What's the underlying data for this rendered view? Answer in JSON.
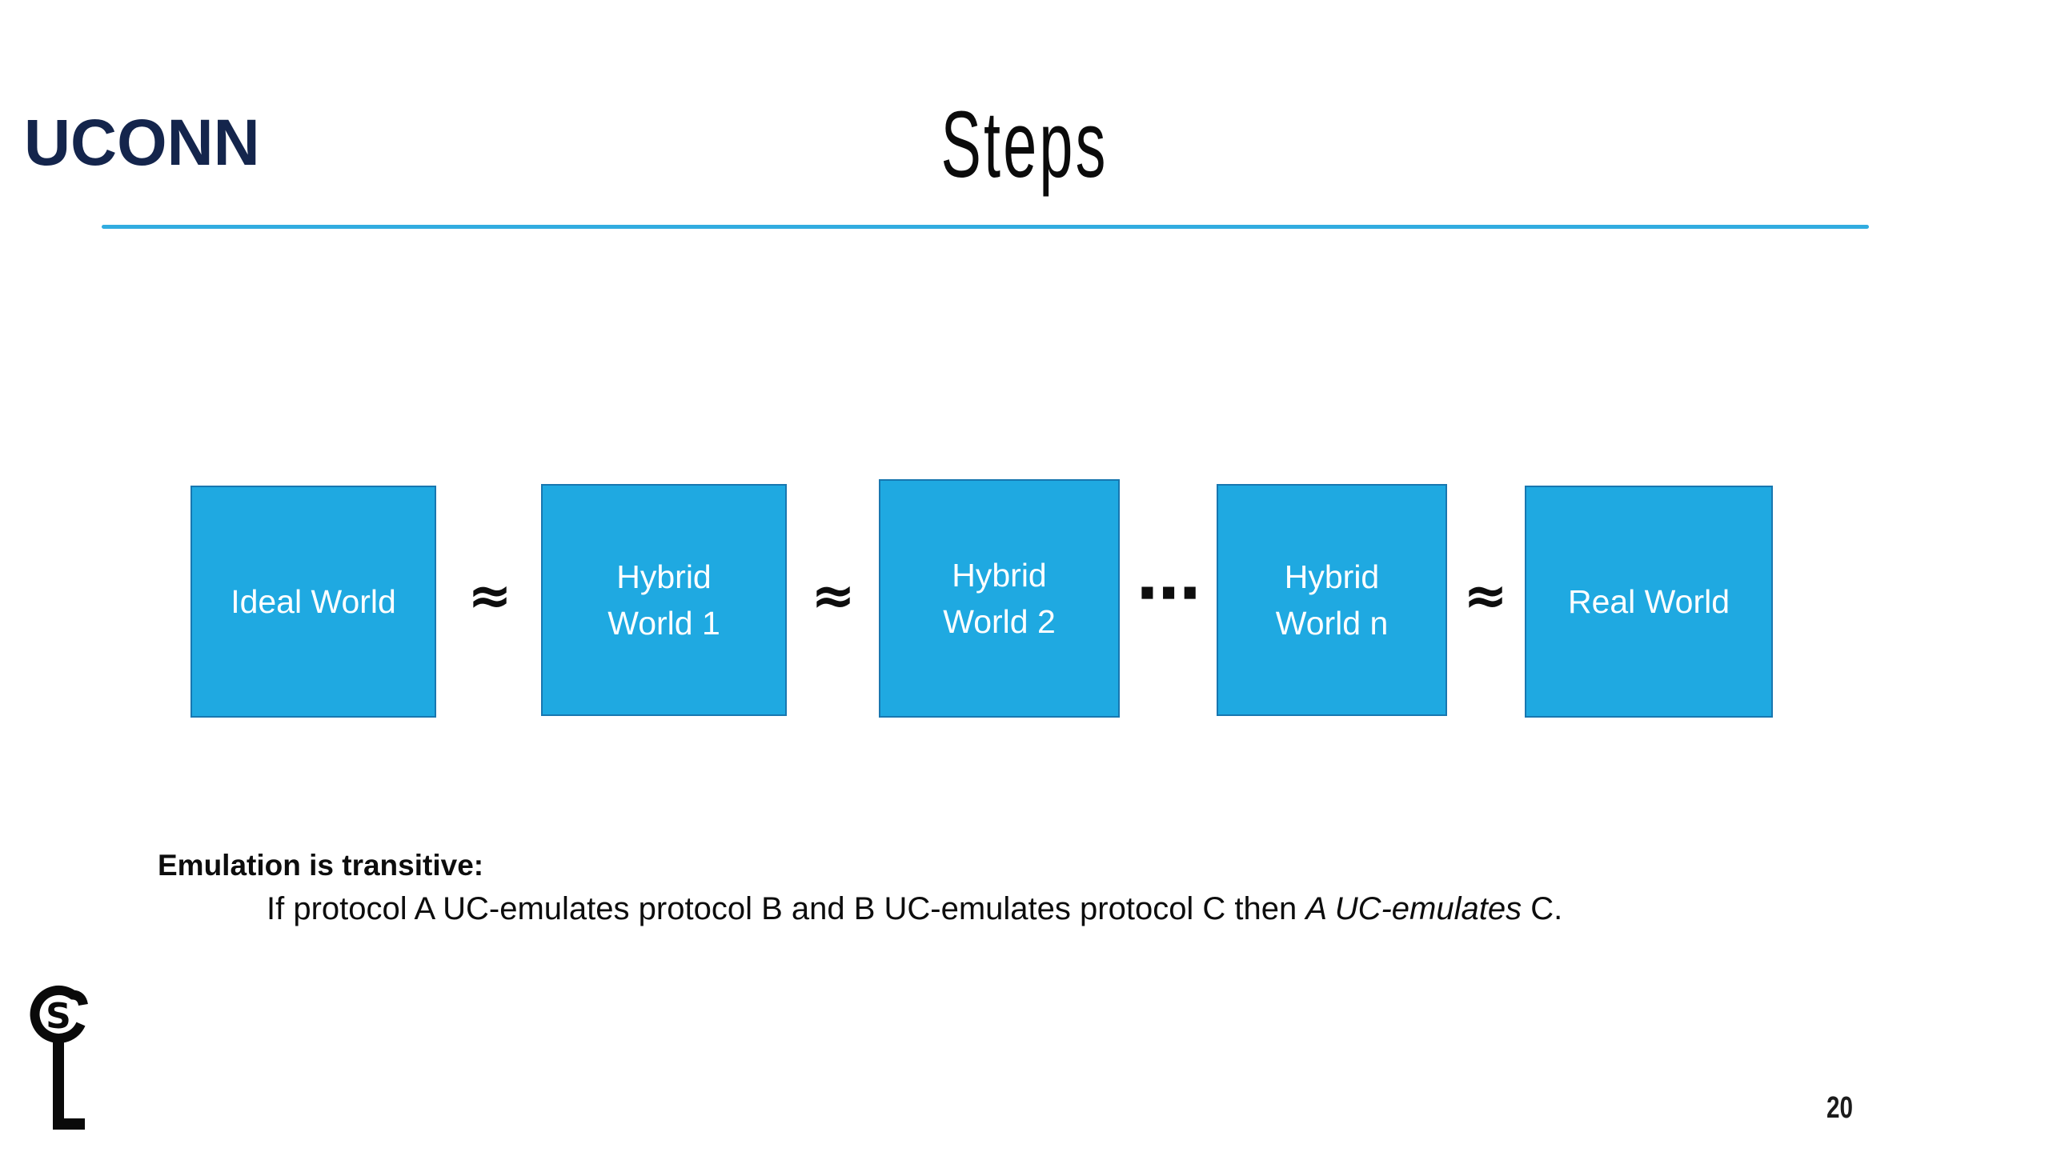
{
  "slide": {
    "brand": "UCONN",
    "title": "Steps",
    "page_number": "20"
  },
  "diagram": {
    "approx": "≈",
    "ellipsis": "⋯",
    "boxes": [
      {
        "label": "Ideal World"
      },
      {
        "label": "Hybrid\nWorld 1"
      },
      {
        "label": "Hybrid\nWorld 2"
      },
      {
        "label": "Hybrid\nWorld n"
      },
      {
        "label": "Real World"
      }
    ]
  },
  "note": {
    "heading": "Emulation is transitive:",
    "line_prefix": "If protocol A UC-emulates protocol B and B UC-emulates protocol C then ",
    "line_italic": "A UC-emulates",
    "line_suffix": " C."
  },
  "footer": {
    "logo_letter": "S"
  },
  "colors": {
    "box_fill": "#1FA9E1",
    "box_border": "#1877B0",
    "divider_blue": "#31ACE0",
    "brand_navy": "#14254C"
  }
}
